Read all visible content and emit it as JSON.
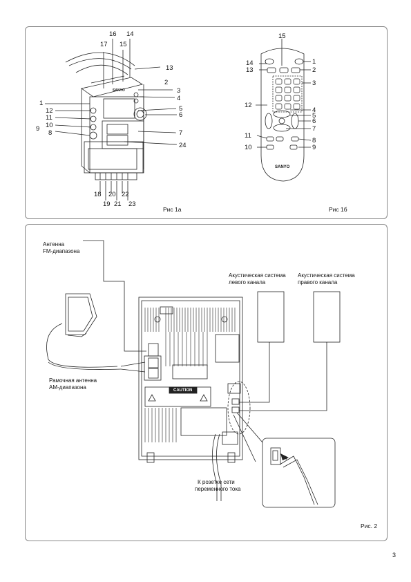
{
  "fig1": {
    "caption_a": "Рис 1а",
    "caption_b": "Рис 1б",
    "unit_labels": [
      "1",
      "2",
      "3",
      "4",
      "5",
      "6",
      "7",
      "8",
      "9",
      "10",
      "11",
      "12",
      "13",
      "14",
      "15",
      "16",
      "17",
      "18",
      "19",
      "20",
      "21",
      "22",
      "23",
      "24"
    ],
    "brand": "SANYO",
    "remote_labels": [
      "15",
      "14",
      "13",
      "1",
      "2",
      "3",
      "12",
      "4",
      "5",
      "6",
      "7",
      "11",
      "10",
      "8",
      "9"
    ],
    "remote_brand": "SANYO"
  },
  "fig2": {
    "caption": "Рис. 2",
    "fm_antenna": [
      "Антенна",
      "FM-диапазона"
    ],
    "am_antenna": [
      "Рамочная антенна",
      "AM-диапазона"
    ],
    "left_speaker": [
      "Акустическая система",
      "левого канала"
    ],
    "right_speaker": [
      "Акустическая система",
      "правого канала"
    ],
    "mains": [
      "К розетке сети",
      "переменного тока"
    ],
    "caution": "CAUTION"
  },
  "page_number": "3"
}
